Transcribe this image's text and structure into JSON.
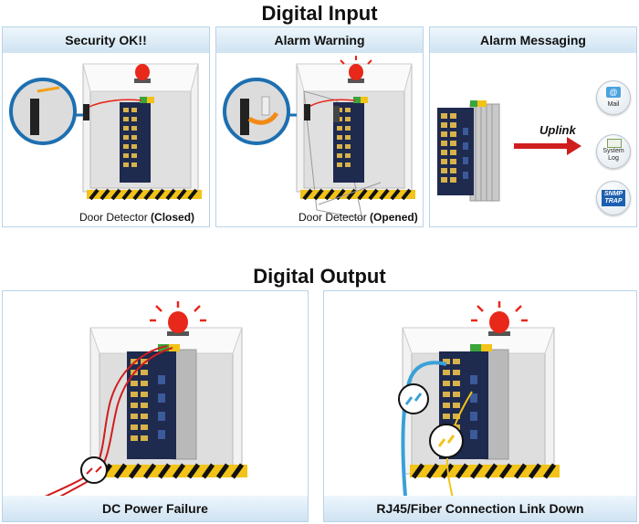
{
  "digital_input": {
    "title": "Digital Input",
    "panels": [
      {
        "header": "Security OK!!",
        "caption_prefix": "Door Detector ",
        "caption_bold": "(Closed)"
      },
      {
        "header": "Alarm Warning",
        "caption_prefix": "Door Detector ",
        "caption_bold": "(Opened)"
      },
      {
        "header": "Alarm Messaging",
        "arrow_label": "Uplink",
        "icons": [
          {
            "name": "mail-icon",
            "label": "Mail"
          },
          {
            "name": "system-log-icon",
            "label_line1": "System",
            "label_line2": "Log"
          },
          {
            "name": "snmp-trap-icon",
            "label_line1": "SNMP",
            "label_line2": "TRAP"
          }
        ]
      }
    ]
  },
  "digital_output": {
    "title": "Digital Output",
    "panels": [
      {
        "footer": "DC Power Failure"
      },
      {
        "footer": "RJ45/Fiber Connection Link Down"
      }
    ]
  },
  "colors": {
    "header_top": "#eef6fc",
    "header_bottom": "#cfe3f2",
    "border": "#b9d3e6",
    "alarm_red": "#e8281a",
    "switch_navy": "#1e2a4e",
    "cable_red": "#d01e1e",
    "cable_blue": "#3aa0d8",
    "cable_yellow": "#f2c318"
  }
}
